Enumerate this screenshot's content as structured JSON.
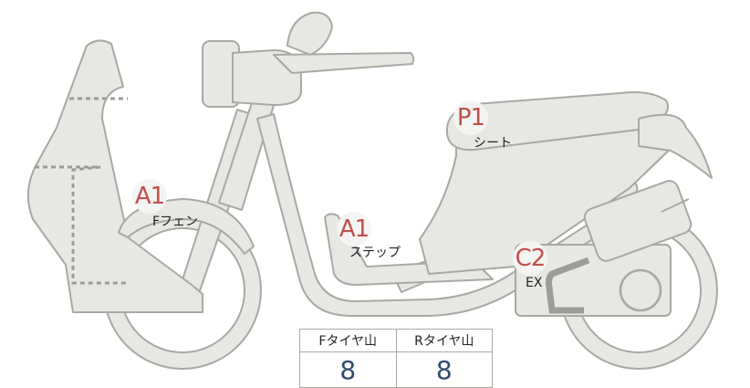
{
  "markers": {
    "front_fender": {
      "code": "A1",
      "label": "Fフェン"
    },
    "step": {
      "code": "A1",
      "label": "ステップ"
    },
    "seat": {
      "code": "P1",
      "label": "シート"
    },
    "exhaust": {
      "code": "C2",
      "label": "EX"
    }
  },
  "tread_table": {
    "headers": [
      "Fタイヤ山",
      "Rタイヤ山"
    ],
    "values": [
      "8",
      "8"
    ]
  },
  "colors": {
    "code_text": "#c0504d",
    "value_text": "#2f4a6f",
    "body_fill": "#e7e7e3",
    "outline": "#a9a9a4"
  }
}
